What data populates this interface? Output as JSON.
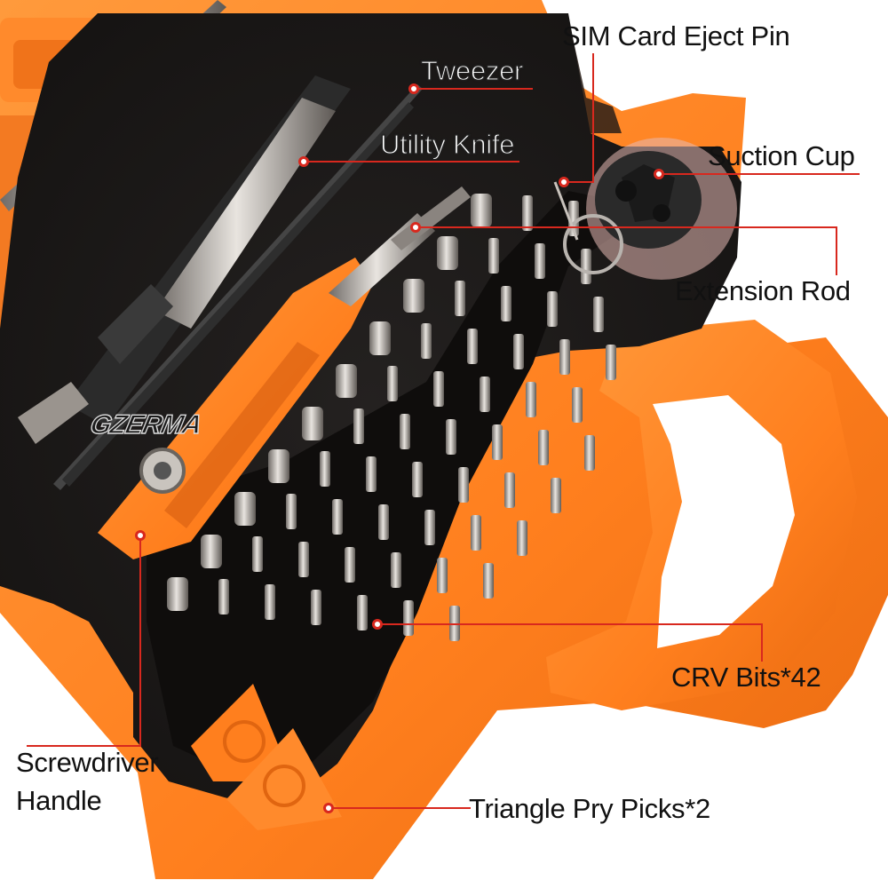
{
  "image": {
    "colors": {
      "case_orange": "#ff7f1e",
      "foam": "#1c1a19",
      "leader_line": "#d8281e",
      "label_text": "#111111"
    }
  },
  "brand": {
    "logo_text": "GZERMA"
  },
  "labels": {
    "sim_pin": "SIM Card Eject Pin",
    "tweezer": "Tweezer",
    "utility_knife": "Utility Knife",
    "suction_cup": "Suction Cup",
    "extension_rod": "Extension Rod",
    "crv_bits": "CRV Bits*42",
    "handle_line1": "Screwdriver",
    "handle_line2": "Handle",
    "pry_picks": "Triangle Pry Picks*2"
  }
}
